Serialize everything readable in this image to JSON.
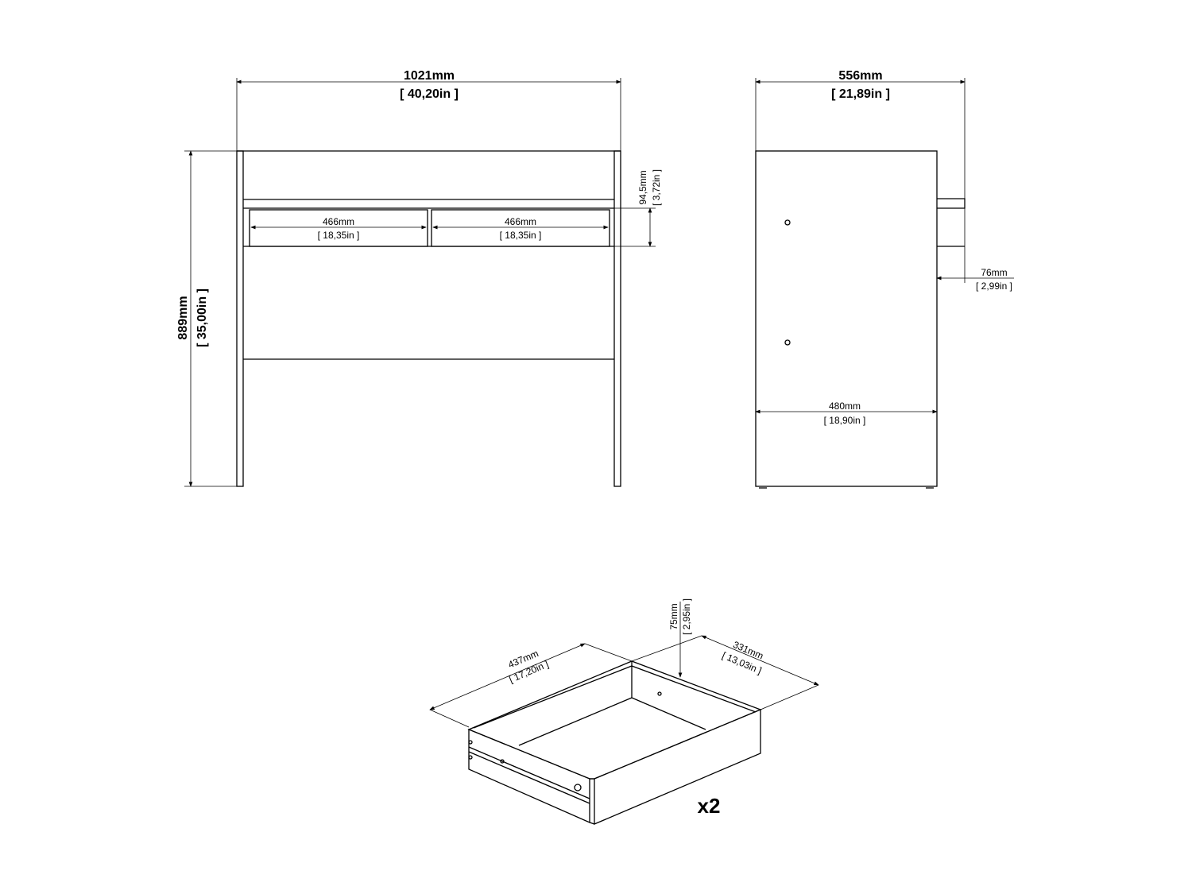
{
  "front_view": {
    "width": {
      "mm": "1021mm",
      "in": "[ 40,20in ]"
    },
    "height": {
      "mm": "889mm",
      "in": "[ 35,00in ]"
    },
    "drawer_height": {
      "mm": "94,5mm",
      "in": "[ 3,72in ]"
    },
    "drawer_left_width": {
      "mm": "466mm",
      "in": "[ 18,35in ]"
    },
    "drawer_right_width": {
      "mm": "466mm",
      "in": "[ 18,35in ]"
    }
  },
  "side_view": {
    "depth": {
      "mm": "556mm",
      "in": "[ 21,89in ]"
    },
    "inner_depth": {
      "mm": "480mm",
      "in": "[ 18,90in ]"
    },
    "overhang": {
      "mm": "76mm",
      "in": "[ 2,99in ]"
    }
  },
  "drawer": {
    "width": {
      "mm": "437mm",
      "in": "[ 17,20in ]"
    },
    "depth": {
      "mm": "331mm",
      "in": "[ 13,03in ]"
    },
    "height": {
      "mm": "75mm",
      "in": "[ 2,95in ]"
    },
    "quantity": "x2"
  },
  "colors": {
    "line": "#000000",
    "background": "#ffffff"
  }
}
